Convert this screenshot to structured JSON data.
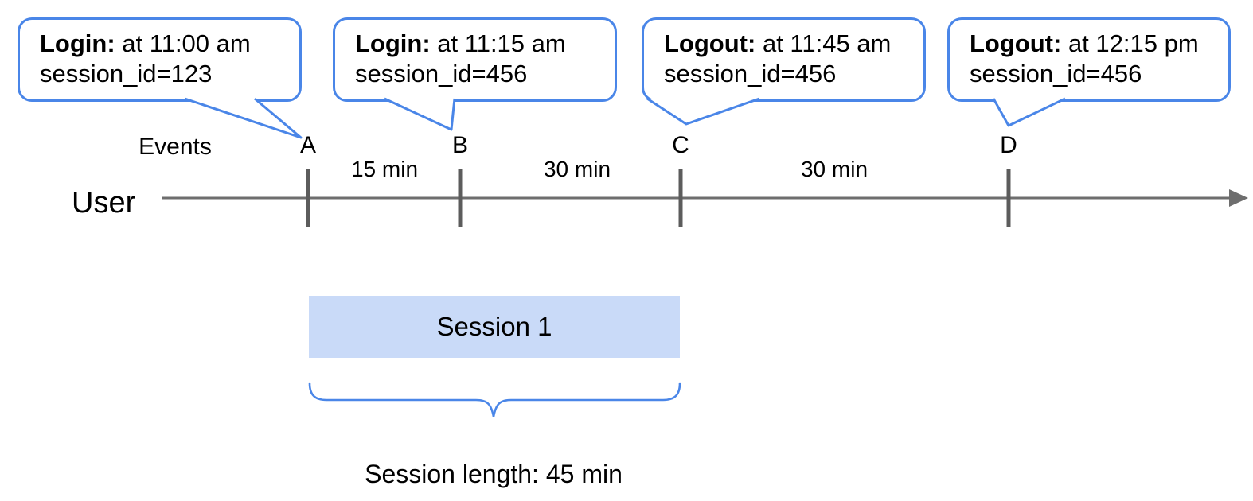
{
  "colors": {
    "accent_blue": "#4a86e8",
    "session_fill": "#c9daf8",
    "axis_gray": "#6e6e6e",
    "tick_gray": "#5c5c5c",
    "text_black": "#000000"
  },
  "callouts": [
    {
      "label": "Login:",
      "time": " at 11:00 am",
      "session": "session_id=123"
    },
    {
      "label": "Login:",
      "time": " at 11:15 am",
      "session": "session_id=456"
    },
    {
      "label": "Logout:",
      "time": " at 11:45 am",
      "session": "session_id=456"
    },
    {
      "label": "Logout:",
      "time": " at 12:15 pm",
      "session": "session_id=456"
    }
  ],
  "timeline": {
    "events_label": "Events",
    "user_label": "User",
    "markers": [
      "A",
      "B",
      "C",
      "D"
    ],
    "intervals": [
      "15 min",
      "30 min",
      "30 min"
    ]
  },
  "session": {
    "box_label": "Session 1",
    "length_label": "Session length: 45 min"
  }
}
